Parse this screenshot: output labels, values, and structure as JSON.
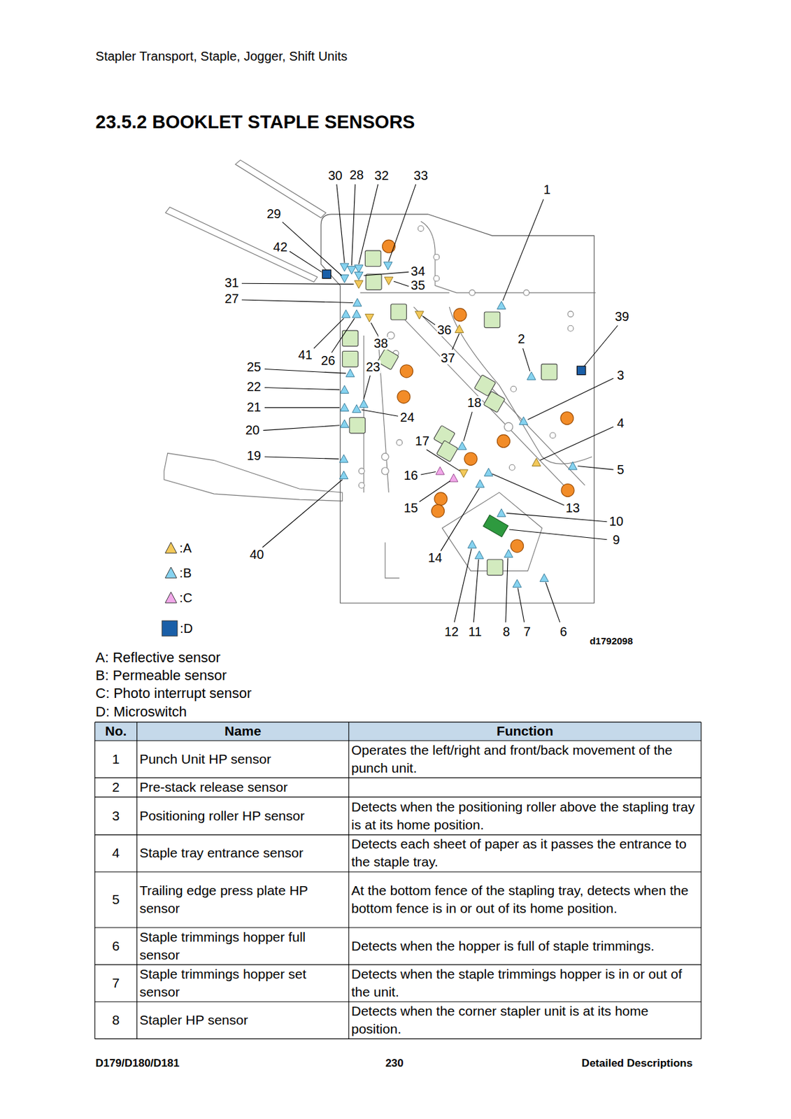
{
  "diagram": {
    "title": "23.5.2 BOOKLET STAPLE SENSORS",
    "labels": [
      "Stapler Transport, Staple, Jogger, Shift Units",
      "30",
      "28",
      "32",
      "33",
      "1",
      "29",
      "42",
      "34",
      "31",
      "35",
      "27",
      "39",
      "36",
      "38",
      "2",
      "41",
      "26",
      "37",
      "25",
      "23",
      "3",
      "22",
      "18",
      "21",
      "24",
      "4",
      "20",
      "17",
      "19",
      "16",
      "5",
      "15",
      "13",
      "10",
      "9",
      "40",
      "14",
      "12",
      "11",
      "8",
      "7",
      "6",
      "d1792098",
      "A: Reflective sensor",
      "B: Permeable sensor",
      "C: Photo interrupt sensor",
      "D: Microswitch",
      "No.",
      "Name",
      "Function",
      "1",
      "Punch Unit HP sensor",
      "Operates the left/right and front/back movement of the punch unit.",
      "2",
      "Pre-stack release sensor",
      "3",
      "Positioning roller HP sensor",
      "Detects when the positioning roller above the stapling tray is at its home position.",
      "4",
      "Staple tray entrance sensor",
      "Detects each sheet of paper as it passes the entrance to the staple tray.",
      "5",
      "Trailing edge press plate HP sensor",
      "At the bottom fence of the stapling tray, detects when the bottom fence is in or out of its home position.",
      "6",
      "Staple trimmings hopper full sensor",
      "Detects when the hopper is full of staple trimmings.",
      "7",
      "Staple trimmings hopper set sensor",
      "Detects when the staple trimmings hopper is in or out of the unit.",
      "8",
      "Stapler HP sensor",
      "Detects when the corner stapler unit is at its home position.",
      "D179/D180/D181",
      "230",
      "Detailed Descriptions"
    ],
    "legend": [
      {
        "text": ":A",
        "color": "#f3c95a"
      },
      {
        "text": ":B",
        "color": "#86d3f0"
      },
      {
        "text": ":C",
        "color": "#f2a8ea"
      },
      {
        "text": ":D",
        "color": "#1a5fa8"
      }
    ]
  }
}
